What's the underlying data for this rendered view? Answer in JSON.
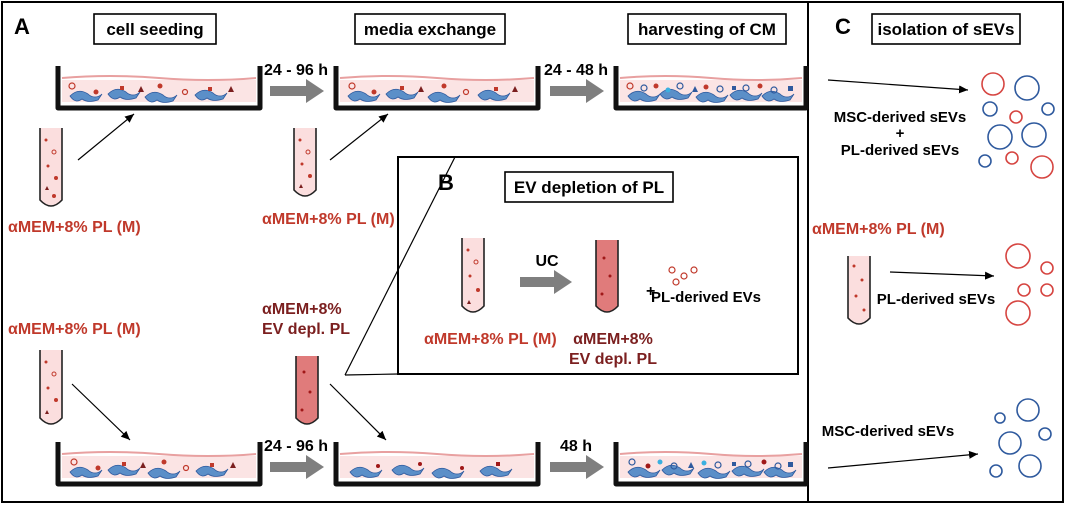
{
  "panels": {
    "a": {
      "letter": "A"
    },
    "b": {
      "letter": "B",
      "title": "EV depletion of PL"
    },
    "c": {
      "letter": "C",
      "title": "isolation of sEVs"
    }
  },
  "stages": {
    "seeding": "cell seeding",
    "exchange": "media exchange",
    "harvest": "harvesting of CM"
  },
  "timings": {
    "top_1": "24 - 96 h",
    "top_2": "24 - 48 h",
    "bottom_1": "24 - 96 h",
    "bottom_2": "48 h"
  },
  "media": {
    "pl": "αMEM+8% PL (M)",
    "depl_line1": "αMEM+8%",
    "depl_line2": "EV depl. PL"
  },
  "panel_b": {
    "process": "UC",
    "plus": "+",
    "evs": "PL-derived EVs"
  },
  "panel_c": {
    "top_line1": "MSC-derived sEVs",
    "top_plus": "+",
    "top_line2": "PL-derived sEVs",
    "middle": "PL-derived sEVs",
    "bottom": "MSC-derived sEVs"
  },
  "colors": {
    "pl_red": "#c0392b",
    "dark_red": "#7b1f1f",
    "msc_blue": "#2f5a9e",
    "cell_blue": "#5b8fc8",
    "medium_pink": "#f2c6c6",
    "depleted_red": "#e07b7b"
  }
}
